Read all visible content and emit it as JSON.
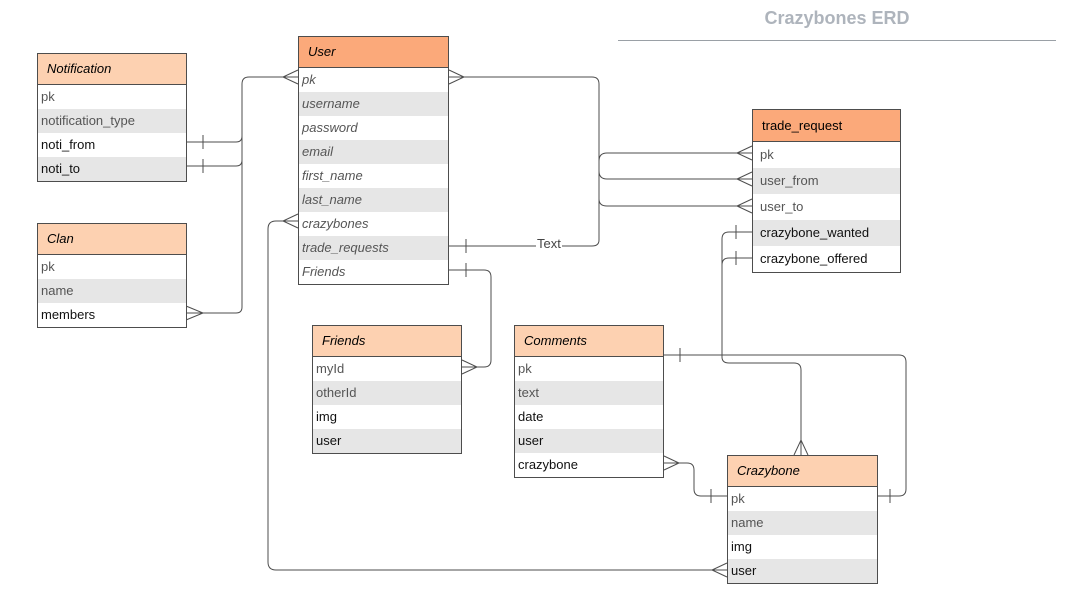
{
  "title": "Crazybones ERD",
  "edge_label": "Text",
  "colors": {
    "header_light": "#fdd1b1",
    "header_dark": "#fba97a",
    "row_alt": "#e6e6e6",
    "line": "#4d4d4d",
    "title": "#aeb4bc"
  },
  "entities": {
    "notification": {
      "name": "Notification",
      "fields": [
        "pk",
        "notification_type",
        "noti_from",
        "noti_to"
      ]
    },
    "clan": {
      "name": "Clan",
      "fields": [
        "pk",
        "name",
        "members"
      ]
    },
    "user": {
      "name": "User",
      "fields": [
        "pk",
        "username",
        "password",
        "email",
        "first_name",
        "last_name",
        "crazybones",
        "trade_requests",
        "Friends"
      ]
    },
    "trade_request": {
      "name": "trade_request",
      "fields": [
        "pk",
        "user_from",
        "user_to",
        "crazybone_wanted",
        "crazybone_offered"
      ]
    },
    "friends": {
      "name": "Friends",
      "fields": [
        "myId",
        "otherId",
        "img",
        "user"
      ]
    },
    "comments": {
      "name": "Comments",
      "fields": [
        "pk",
        "text",
        "date",
        "user",
        "crazybone"
      ]
    },
    "crazybone": {
      "name": "Crazybone",
      "fields": [
        "pk",
        "name",
        "img",
        "user"
      ]
    }
  }
}
